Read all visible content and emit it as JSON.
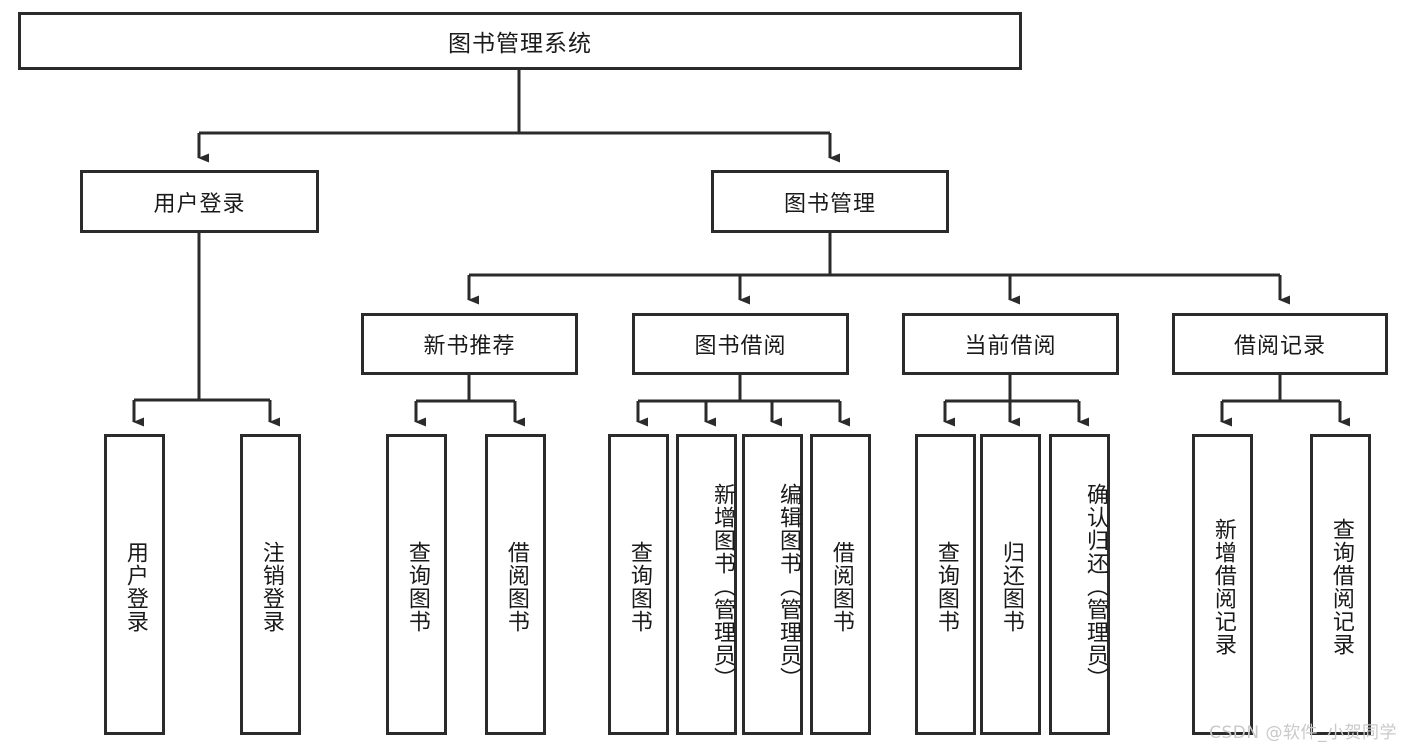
{
  "diagram": {
    "title": "图书管理系统",
    "type": "tree-hierarchy-diagram",
    "colors": {
      "box_border": "#2b2b2b",
      "box_fill": "#ffffff",
      "connector": "#2b2b2b",
      "watermark": "#c9c9c9",
      "background": "#ffffff"
    },
    "root": {
      "label": "图书管理系统"
    },
    "level1": [
      {
        "label": "用户登录"
      },
      {
        "label": "图书管理"
      }
    ],
    "level2": [
      {
        "label": "新书推荐"
      },
      {
        "label": "图书借阅"
      },
      {
        "label": "当前借阅"
      },
      {
        "label": "借阅记录"
      }
    ],
    "leaves": {
      "user_login": [
        {
          "label": "用户登录"
        },
        {
          "label": "注销登录"
        }
      ],
      "new_book_recommend": [
        {
          "label": "查询图书"
        },
        {
          "label": "借阅图书"
        }
      ],
      "book_borrow": [
        {
          "label": "查询图书"
        },
        {
          "label": "新增图书（管理员）"
        },
        {
          "label": "编辑图书（管理员）"
        },
        {
          "label": "借阅图书"
        }
      ],
      "current_borrow": [
        {
          "label": "查询图书"
        },
        {
          "label": "归还图书"
        },
        {
          "label": "确认归还（管理员）"
        }
      ],
      "borrow_records": [
        {
          "label": "新增借阅记录"
        },
        {
          "label": "查询借阅记录"
        }
      ]
    }
  },
  "watermark": {
    "text": "CSDN @软件_小贺同学"
  }
}
